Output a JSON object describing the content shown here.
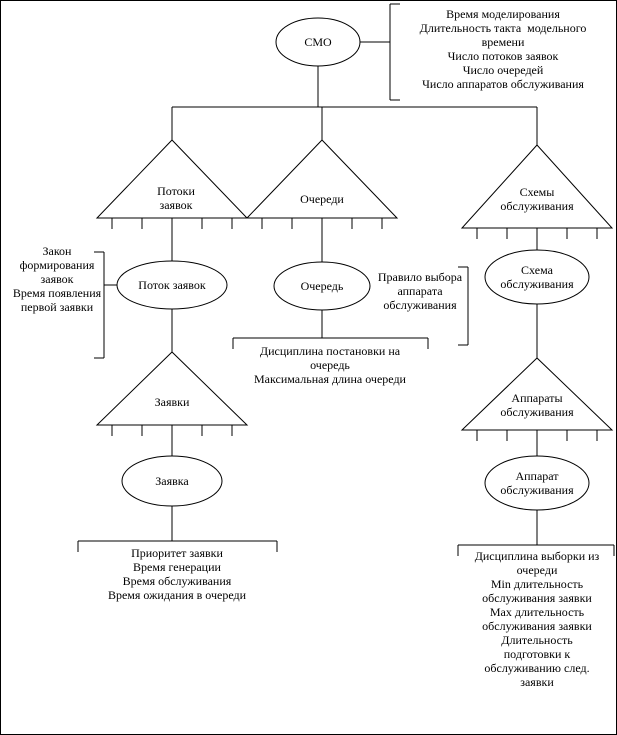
{
  "colors": {
    "line": "#000000",
    "text": "#000000",
    "background": "#ffffff"
  },
  "nodes": {
    "smo": {
      "label": "СМО"
    },
    "flows": {
      "label": [
        "Потоки",
        "заявок"
      ]
    },
    "queues": {
      "label": "Очереди"
    },
    "schemes": {
      "label": [
        "Схемы",
        "обслуживания"
      ]
    },
    "flow": {
      "label": "Поток заявок"
    },
    "queue": {
      "label": "Очередь"
    },
    "scheme": {
      "label": [
        "Схема",
        "обслуживания"
      ]
    },
    "requests": {
      "label": "Заявки"
    },
    "devices": {
      "label": [
        "Аппараты",
        "обслуживания"
      ]
    },
    "request": {
      "label": "Заявка"
    },
    "device": {
      "label": [
        "Аппарат",
        "обслуживания"
      ]
    }
  },
  "annotations": {
    "smo_params": [
      "Время моделирования",
      "Длительность такта  модельного",
      "времени",
      "Число потоков заявок",
      "Число очередей",
      "Число аппаратов обслуживания"
    ],
    "flow_params": [
      "Закон",
      "формирования",
      "заявок",
      "Время появления",
      "первой заявки"
    ],
    "queue_params": [
      "Дисциплина постановки на",
      "очередь",
      "Максимальная длина очереди"
    ],
    "scheme_rule": [
      "Правило выбора",
      "аппарата",
      "обслуживания"
    ],
    "request_params": [
      "Приоритет заявки",
      "Время генерации",
      "Время обслуживания",
      "Время ожидания в очереди"
    ],
    "device_params": [
      "Дисциплина выборки из",
      "очереди",
      "Min длительность",
      "обслуживания заявки",
      "Max длительность",
      "обслуживания заявки",
      "Длительность",
      "подготовки к",
      "обслуживанию след.",
      "заявки"
    ]
  }
}
